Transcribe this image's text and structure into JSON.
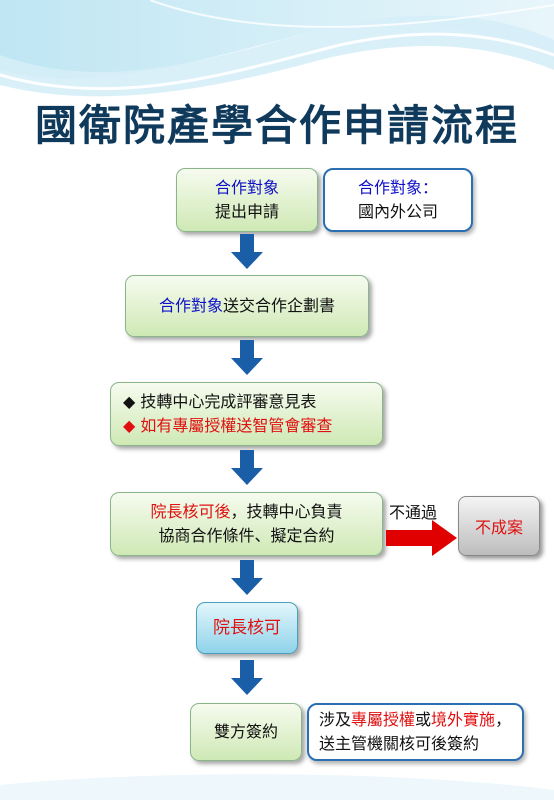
{
  "title": "國衛院產學合作申請流程",
  "colors": {
    "title": "#0f3a5c",
    "arrow": "#1a5ea8",
    "highlight_red": "#e01010",
    "highlight_blue": "#1010c8",
    "reject_arrow": "#e00000"
  },
  "steps": {
    "apply": {
      "line1": "合作對象",
      "line2": "提出申請"
    },
    "partner_note": {
      "line1": "合作對象：",
      "line2": "國內外公司"
    },
    "plan": {
      "part1": "合作對象",
      "part2": "送交合作企劃書"
    },
    "review": {
      "bullet1_symbol": "◆",
      "bullet1": "技轉中心完成評審意見表",
      "bullet2_symbol": "◆",
      "bullet2": "如有專屬授權送智管會審查"
    },
    "negotiate": {
      "part1": "院長核可後",
      "part2": "，技轉中心負責",
      "line2": "協商合作條件、擬定合約"
    },
    "reject_label": "不通過",
    "reject_box": "不成案",
    "approve": "院長核可",
    "sign": "雙方簽約",
    "sign_note": {
      "a": "涉及",
      "b": "專屬授權",
      "c": "或",
      "d": "境外實施",
      "e": "，",
      "line2": "送主管機關核可後簽約"
    }
  }
}
